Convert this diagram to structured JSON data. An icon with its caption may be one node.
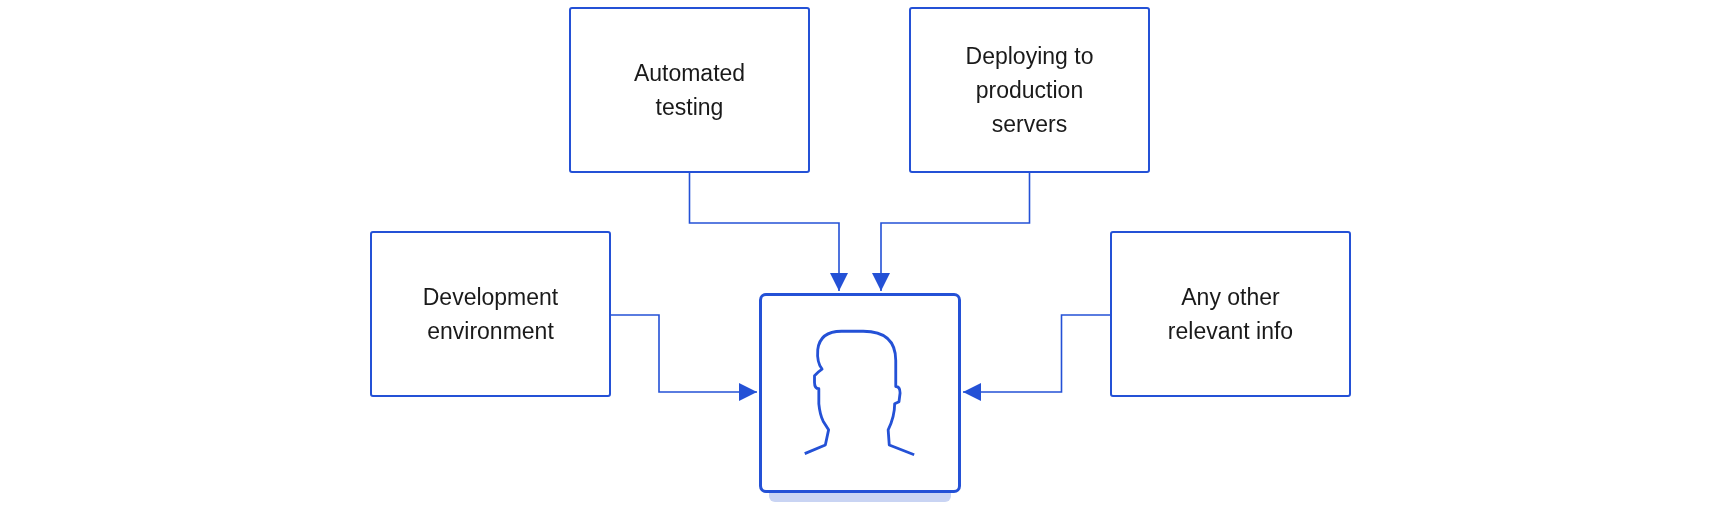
{
  "diagram": {
    "nodes": [
      {
        "text": [
          "Automated testing"
        ]
      },
      {
        "text": [
          "Deploying to production servers"
        ]
      },
      {
        "text": [
          "Development environment"
        ]
      },
      {
        "text": [
          "Any other relevant info"
        ]
      },
      {
        "text": [],
        "shape": "person"
      }
    ],
    "edges": [
      {
        "from": 0,
        "to": 4,
        "arrow": "to"
      },
      {
        "from": 1,
        "to": 4,
        "arrow": "to"
      },
      {
        "from": 2,
        "to": 4,
        "arrow": "to"
      },
      {
        "from": 3,
        "to": 4,
        "arrow": "to"
      }
    ]
  }
}
